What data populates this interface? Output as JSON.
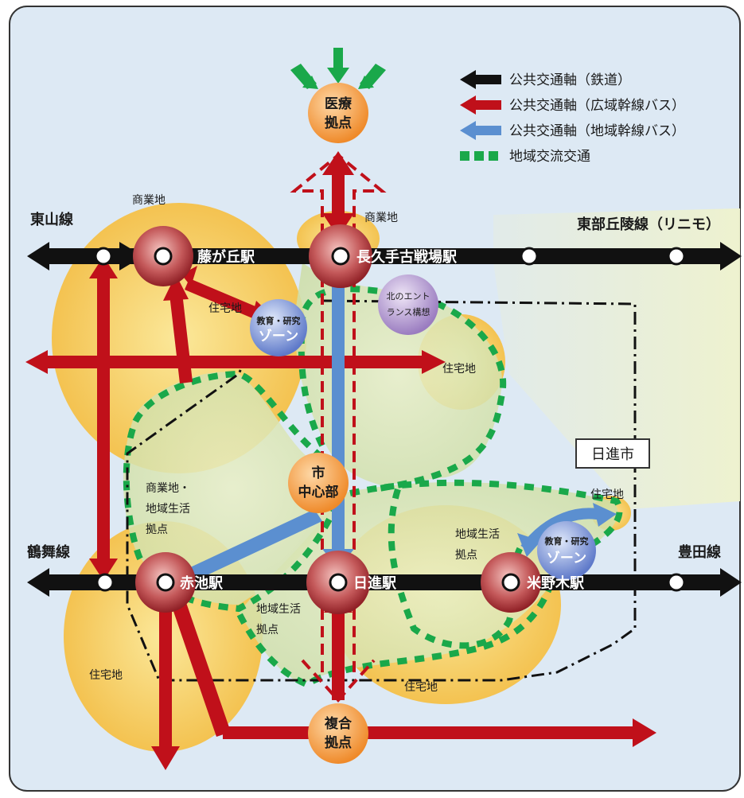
{
  "legend": {
    "items": [
      {
        "label": "公共交通軸（鉄道）",
        "color": "#111111",
        "style": "arrow"
      },
      {
        "label": "公共交通軸（広域幹線バス）",
        "color": "#c0101a",
        "style": "arrow"
      },
      {
        "label": "公共交通軸（地域幹線バス）",
        "color": "#5b8fd0",
        "style": "arrow"
      },
      {
        "label": "地域交流交通",
        "color": "#1aa84a",
        "style": "dashed"
      }
    ]
  },
  "lines": {
    "higashiyama": "東山線",
    "toubu_kyuryo": "東部丘陵線（リニモ）",
    "tsurumai": "鶴舞線",
    "toyota": "豊田線"
  },
  "stations": {
    "fujigaoka": "藤が丘駅",
    "nagakute": "長久手古戦場駅",
    "akaike": "赤池駅",
    "nisshin": "日進駅",
    "komenoki": "米野木駅"
  },
  "hubs": {
    "medical": [
      "医療",
      "拠点"
    ],
    "city_center": [
      "市",
      "中心部"
    ],
    "complex": [
      "複合",
      "拠点"
    ]
  },
  "zones": {
    "education_north": [
      "教育・研究",
      "ゾーン"
    ],
    "education_east": [
      "教育・研究",
      "ゾーン"
    ],
    "north_entrance": [
      "北のエント",
      "ランス構想"
    ]
  },
  "area_labels": {
    "commercial_nw": "商業地",
    "commercial_n": "商業地",
    "residential_nw": "住宅地",
    "residential_e": "住宅地",
    "residential_ne": "住宅地",
    "residential_sw": "住宅地",
    "residential_s": "住宅地",
    "commercial_life": [
      "商業地・",
      "地域生活",
      "拠点"
    ],
    "life_center": [
      "地域生活",
      "拠点"
    ],
    "life_east": [
      "地域生活",
      "拠点"
    ]
  },
  "city_boundary_label": "日進市",
  "colors": {
    "background": "#dde9f4",
    "rail": "#111111",
    "wide_bus": "#c0101a",
    "local_bus": "#5b8fd0",
    "community": "#1aa84a",
    "hub": "#f39a3c",
    "zone": "#7a95d6",
    "north_entrance": "#a48ac4"
  }
}
